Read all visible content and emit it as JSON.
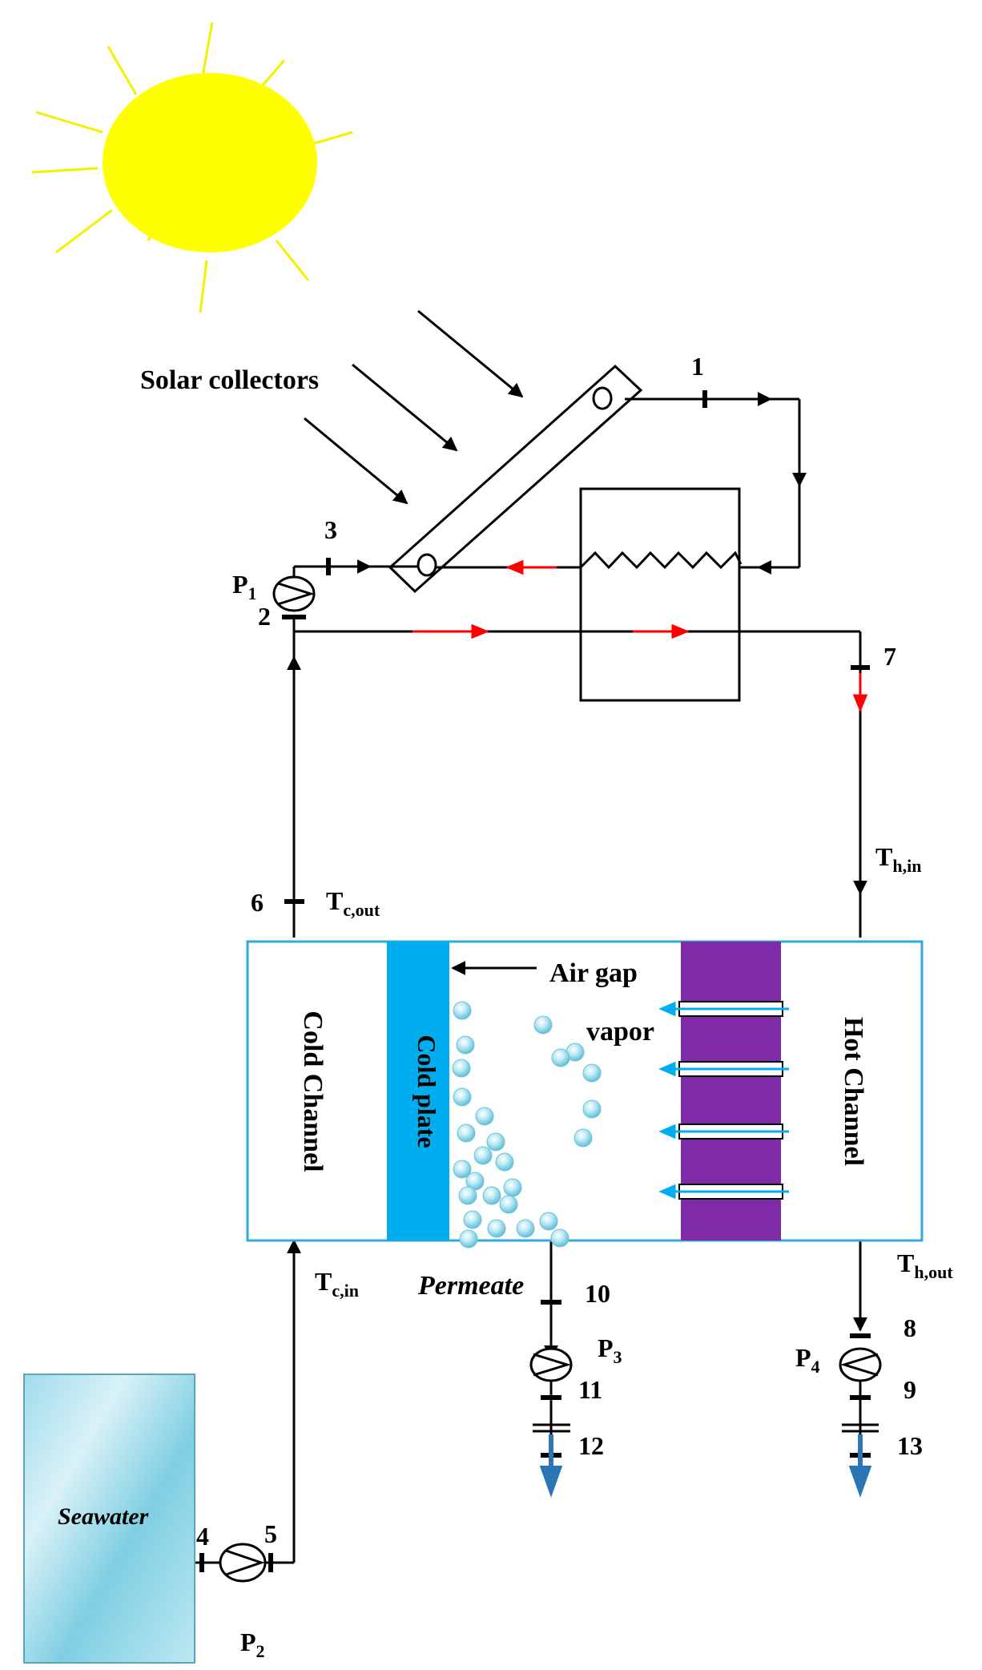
{
  "labels": {
    "solar_collectors": "Solar collectors",
    "air_gap": "Air gap",
    "vapor": "vapor",
    "cold_channel": "Cold Channel",
    "hot_channel": "Hot Channel",
    "cold_plate": "Cold plate",
    "permeate": "Permeate",
    "seawater": "Seawater"
  },
  "temps": {
    "tc_out": {
      "main": "T",
      "sub": "c,out"
    },
    "tc_in": {
      "main": "T",
      "sub": "c,in"
    },
    "th_in": {
      "main": "T",
      "sub": "h,in"
    },
    "th_out": {
      "main": "T",
      "sub": "h,out"
    }
  },
  "pumps": {
    "p1": {
      "main": "P",
      "sub": "1"
    },
    "p2": {
      "main": "P",
      "sub": "2"
    },
    "p3": {
      "main": "P",
      "sub": "3"
    },
    "p4": {
      "main": "P",
      "sub": "4"
    }
  },
  "states": [
    "1",
    "2",
    "3",
    "4",
    "5",
    "6",
    "7",
    "8",
    "9",
    "10",
    "11",
    "12",
    "13"
  ],
  "colors": {
    "sun": "#ffff00",
    "sun_rays": "#f2f200",
    "hot_flow_arrow": "#ff0000",
    "membrane_purple": "#7f2aa6",
    "cold_plate_blue": "#00aeef",
    "module_border": "#33aadd",
    "vapor_arrow": "#00aeef",
    "drain_arrow": "#2e75b6",
    "droplet": "#8fd3e6"
  }
}
